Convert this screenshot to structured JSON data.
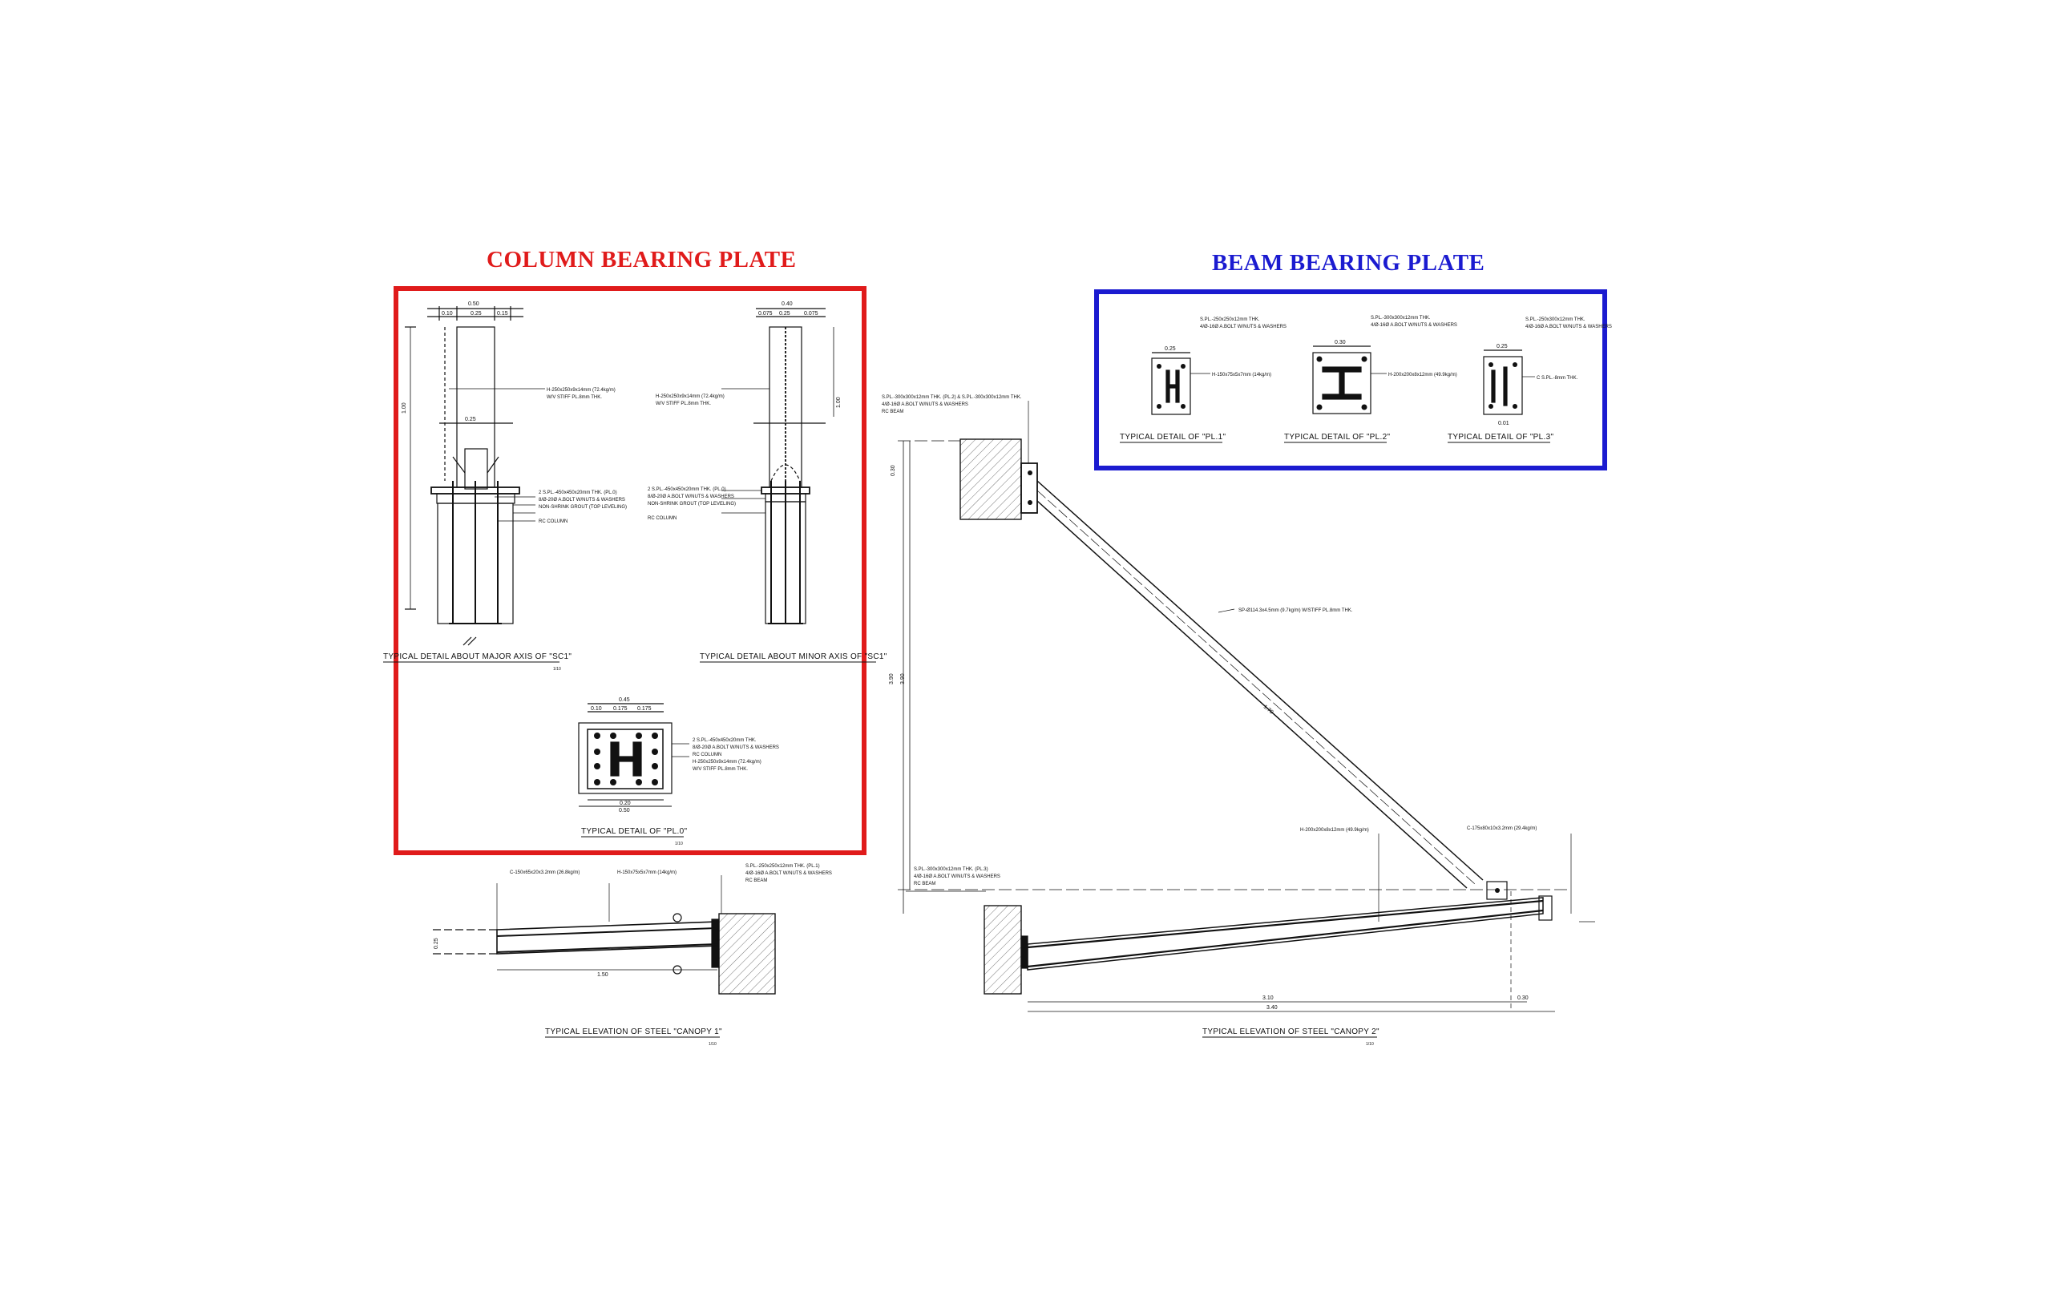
{
  "headings": {
    "column_bearing_plate": "COLUMN BEARING PLATE",
    "beam_bearing_plate": "BEAM BEARING PLATE"
  },
  "colors": {
    "column_box": "#e01b1b",
    "beam_box": "#1b1bd0",
    "linework": "#111111"
  },
  "captions": {
    "major_axis": "TYPICAL DETAIL ABOUT MAJOR AXIS OF \"SC1\"",
    "minor_axis": "TYPICAL DETAIL ABOUT MINOR AXIS OF \"SC1\"",
    "pl0": "TYPICAL DETAIL OF \"PL.0\"",
    "pl1": "TYPICAL DETAIL OF \"PL.1\"",
    "pl2": "TYPICAL DETAIL OF \"PL.2\"",
    "pl3": "TYPICAL DETAIL OF \"PL.3\"",
    "canopy1": "TYPICAL ELEVATION OF STEEL \"CANOPY 1\"",
    "canopy2": "TYPICAL ELEVATION OF STEEL \"CANOPY 2\""
  },
  "scale_label": "1/10",
  "dims": {
    "d050": "0.50",
    "d040": "0.40",
    "d045": "0.45",
    "d030": "0.30",
    "d025": "0.25",
    "d020": "0.20",
    "d015": "0.15",
    "d010": "0.10",
    "d0175": "0.175",
    "d0075": "0.075",
    "d100": "1.00",
    "d150": "1.50",
    "d310": "3.10",
    "d340": "3.40",
    "d390": "3.90",
    "d170": "1.70",
    "d001": "0.01"
  },
  "notes": {
    "col_hsection": "H-250x250x9x14mm (72.4kg/m)",
    "col_stiff": "W/V STIFF PL.8mm THK.",
    "col_plate": "2 S.PL.-450x450x20mm THK. (PL.0)",
    "col_bolt": "8/Ø-20Ø A.BOLT W/NUTS & WASHERS",
    "col_grout": "NON-SHRINK GROUT (TOP LEVELING)",
    "col_rc": "RC COLUMN",
    "pl0_plate": "2 S.PL.-450x450x20mm THK.",
    "pl0_bolt": "8/Ø-20Ø A.BOLT W/NUTS & WASHERS",
    "pl0_rc": "RC COLUMN",
    "pl0_h": "H-250x250x9x14mm (72.4kg/m)",
    "pl0_stiff": "W/V STIFF PL.8mm THK.",
    "pl1_plate": "S.PL.-250x250x12mm THK.",
    "pl1_bolt": "4/Ø-16Ø A.BOLT W/NUTS & WASHERS",
    "pl1_h": "H-150x75x5x7mm (14kg/m)",
    "pl2_plate": "S.PL.-300x300x12mm THK.",
    "pl2_bolt": "4/Ø-16Ø A.BOLT W/NUTS & WASHERS",
    "pl2_h": "H-200x200x8x12mm (49.9kg/m)",
    "pl3_plate": "S.PL.-250x300x12mm THK.",
    "pl3_bolt": "4/Ø-16Ø A.BOLT W/NUTS & WASHERS",
    "pl3_c": "C S.PL.-8mm THK.",
    "c1_beam": "C-150x65x20x3.2mm (26.8kg/m)",
    "c1_h": "H-150x75x5x7mm (14kg/m)",
    "c1_plate": "S.PL.-250x250x12mm THK. (PL.1)",
    "c1_bolt": "4/Ø-16Ø A.BOLT W/NUTS & WASHERS",
    "c1_rc": "RC BEAM",
    "c2_top_plate": "S.PL.-300x300x12mm THK. (PL.2) & S.PL.-300x300x12mm THK.",
    "c2_bolt": "4/Ø-16Ø A.BOLT W/NUTS & WASHERS",
    "c2_rc": "RC BEAM",
    "c2_brace": "SP-Ø114.3x4.5mm (9.7kg/m) W/STIFF PL.8mm THK.",
    "c2_h": "H-200x200x8x12mm (49.9kg/m)",
    "c2_c": "C-175x80x10x3.2mm (29.4kg/m)",
    "c2_bot_plate": "S.PL.-300x300x12mm THK. (PL.3)",
    "c2_bot_bolt": "4/Ø-16Ø A.BOLT W/NUTS & WASHERS",
    "c2_bot_rc": "RC BEAM"
  }
}
